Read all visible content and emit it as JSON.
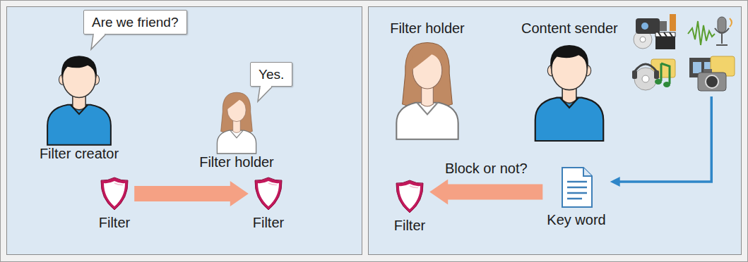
{
  "diagram": {
    "nodes": [
      {
        "text": [
          "Are we friend?"
        ]
      },
      {
        "text": [
          "Yes."
        ]
      },
      {
        "text": [
          "Filter creator"
        ]
      },
      {
        "text": [
          "Filter holder"
        ]
      },
      {
        "text": [
          "Filter"
        ]
      },
      {
        "text": [
          "Filter"
        ]
      },
      {
        "text": [
          "Filter holder"
        ]
      },
      {
        "text": [
          "Content sender"
        ]
      },
      {
        "text": [
          "Key word"
        ]
      },
      {
        "text": [
          "Filter"
        ]
      }
    ],
    "edges": [
      {
        "from": 4,
        "to": 5,
        "arrow": "to"
      },
      {
        "from": 7,
        "to": 8,
        "arrow": "to"
      },
      {
        "from": 8,
        "to": 9,
        "label": "Block or not?",
        "arrow": "to"
      }
    ]
  }
}
